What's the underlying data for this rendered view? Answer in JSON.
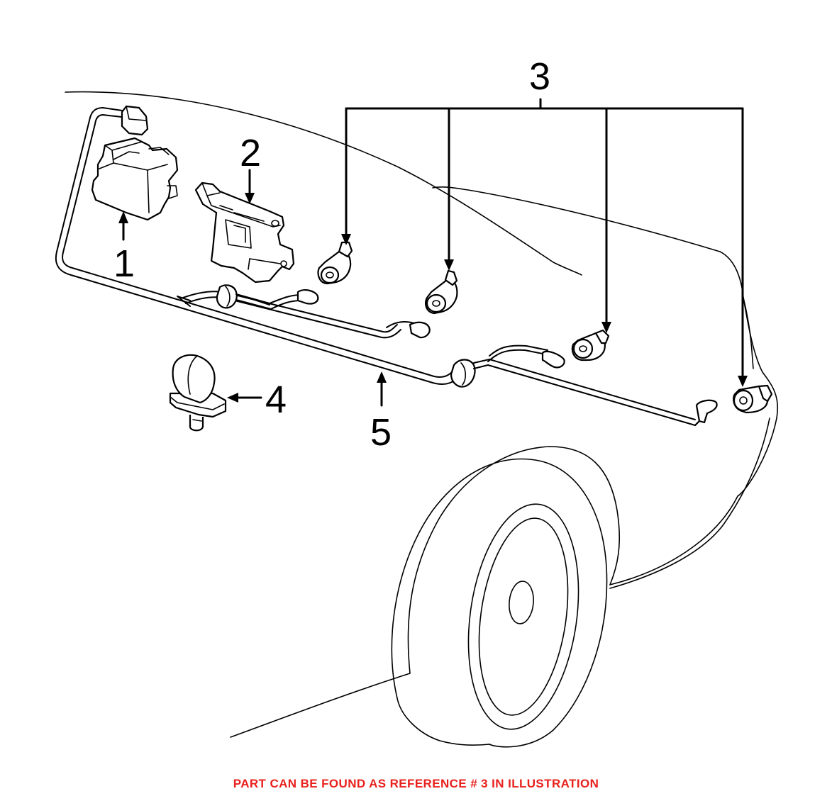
{
  "callouts": [
    {
      "id": "1",
      "label": "1"
    },
    {
      "id": "2",
      "label": "2"
    },
    {
      "id": "3",
      "label": "3"
    },
    {
      "id": "4",
      "label": "4"
    },
    {
      "id": "5",
      "label": "5"
    }
  ],
  "footer": {
    "note": "PART CAN BE FOUND AS REFERENCE # 3 IN ILLUSTRATION"
  },
  "colors": {
    "line": "#000000",
    "note": "#e8201c",
    "background": "#ffffff"
  }
}
